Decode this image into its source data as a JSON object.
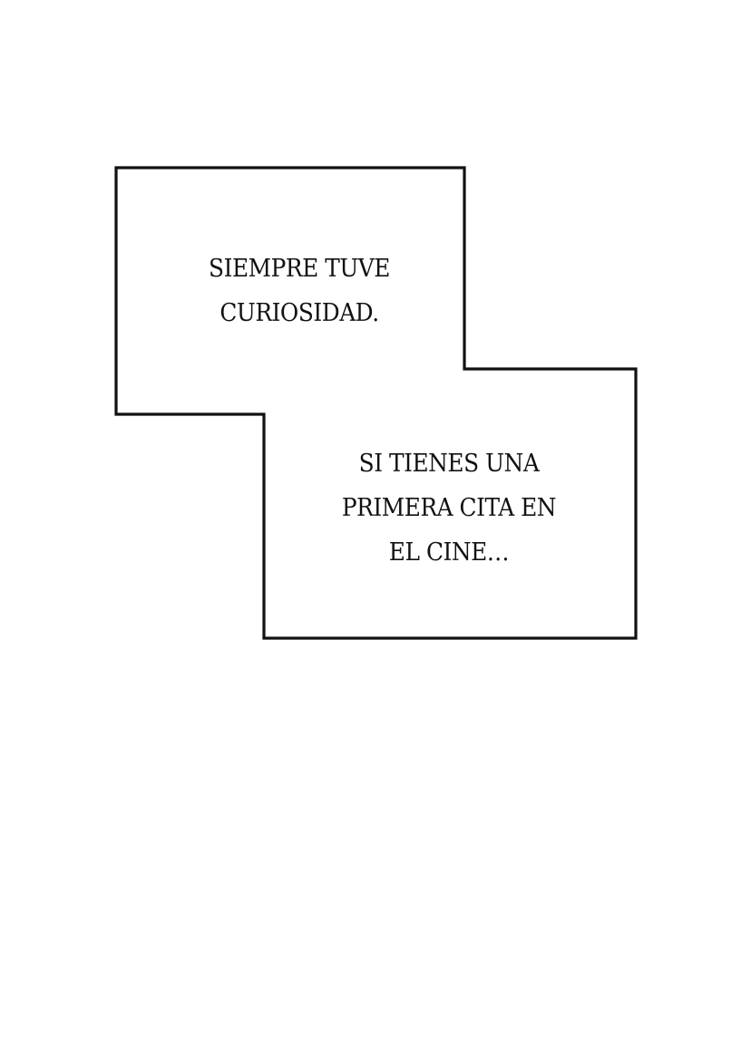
{
  "panel": {
    "border_color": "#111111",
    "background": "#ffffff"
  },
  "captions": [
    {
      "lines": [
        "SIEMPRE TUVE",
        "CURIOSIDAD."
      ]
    },
    {
      "lines": [
        "SI TIENES UNA",
        "PRIMERA CITA EN",
        "EL CINE…"
      ]
    }
  ]
}
